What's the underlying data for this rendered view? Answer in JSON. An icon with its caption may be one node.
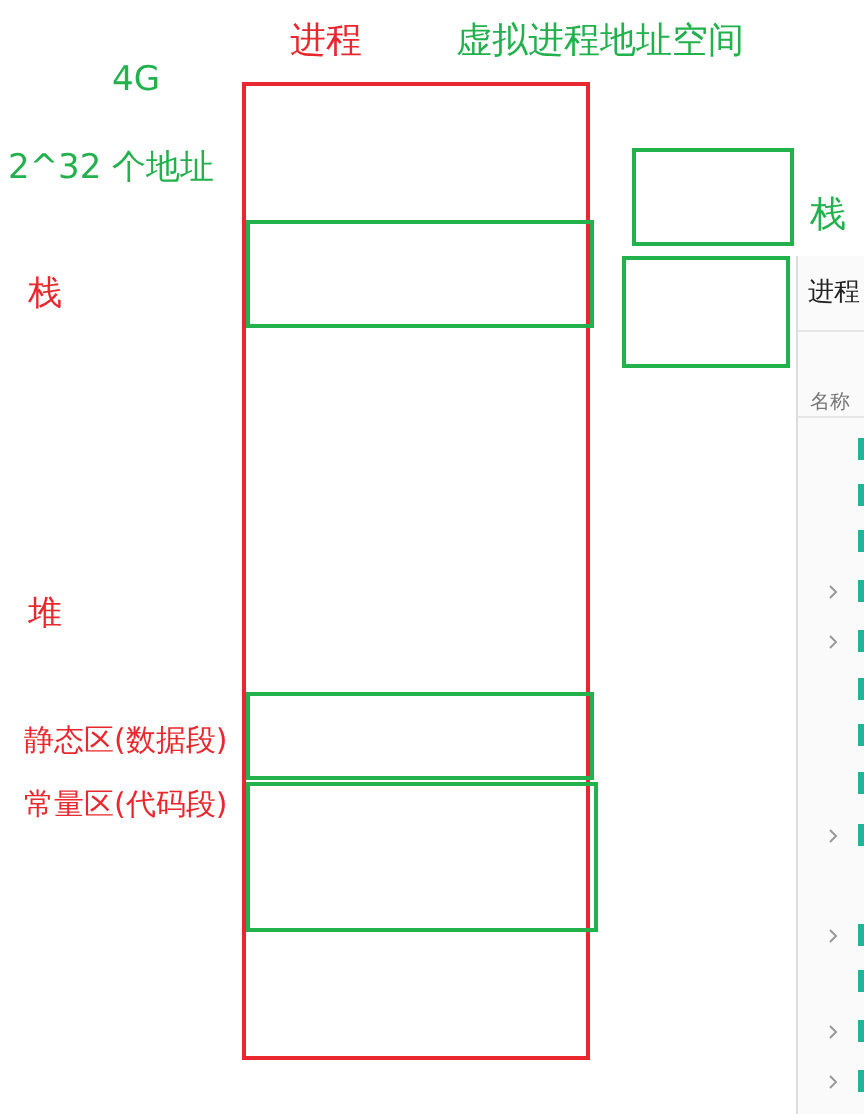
{
  "diagram": {
    "nodes": [
      {
        "text": [
          "进程"
        ]
      },
      {
        "text": [],
        "shape": "box",
        "in": 0
      },
      {
        "text": [],
        "shape": "box",
        "in": 0
      },
      {
        "text": [],
        "shape": "box",
        "in": 0
      },
      {
        "text": [],
        "shape": "box"
      },
      {
        "text": [],
        "shape": "box"
      }
    ],
    "edges": [],
    "labels": [
      "虚拟进程地址空间",
      "4G",
      "2^32 个地址",
      "栈",
      "栈",
      "堆",
      "静态区(数据段)",
      "常量区(代码段)",
      "进程",
      "名称"
    ]
  }
}
